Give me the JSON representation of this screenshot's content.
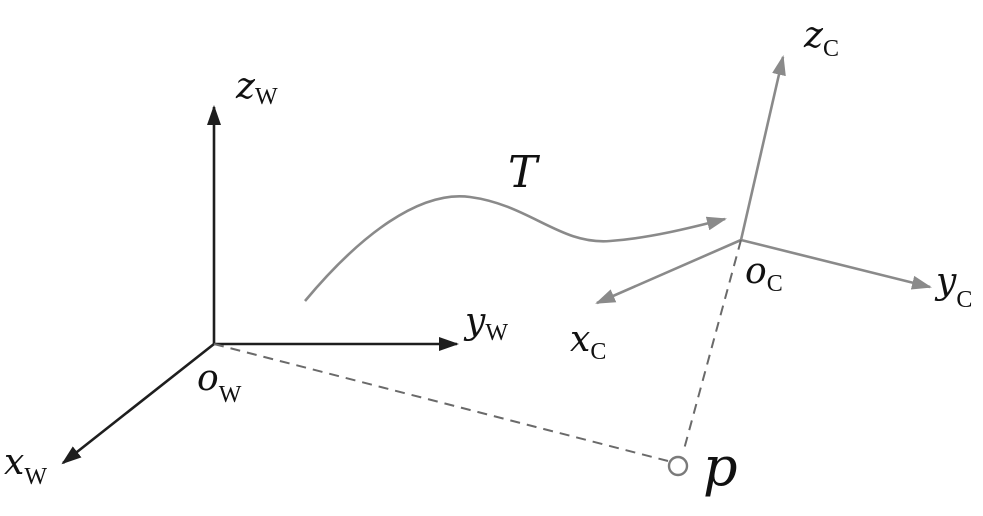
{
  "colors": {
    "world_axes": "#1e1e1e",
    "camera_axes": "#8a8a8a",
    "transform_curve": "#8a8a8a",
    "dashed_lines": "#6a6a6a",
    "point": "#7a7a7a",
    "label_text": "#111111"
  },
  "world_frame": {
    "origin": {
      "symbol": "o",
      "subscript": "W"
    },
    "x_axis": {
      "symbol": "x",
      "subscript": "W"
    },
    "y_axis": {
      "symbol": "y",
      "subscript": "W"
    },
    "z_axis": {
      "symbol": "z",
      "subscript": "W"
    }
  },
  "camera_frame": {
    "origin": {
      "symbol": "o",
      "subscript": "C"
    },
    "x_axis": {
      "symbol": "x",
      "subscript": "C"
    },
    "y_axis": {
      "symbol": "y",
      "subscript": "C"
    },
    "z_axis": {
      "symbol": "z",
      "subscript": "C"
    }
  },
  "transform": {
    "symbol": "T"
  },
  "point": {
    "symbol": "p"
  }
}
